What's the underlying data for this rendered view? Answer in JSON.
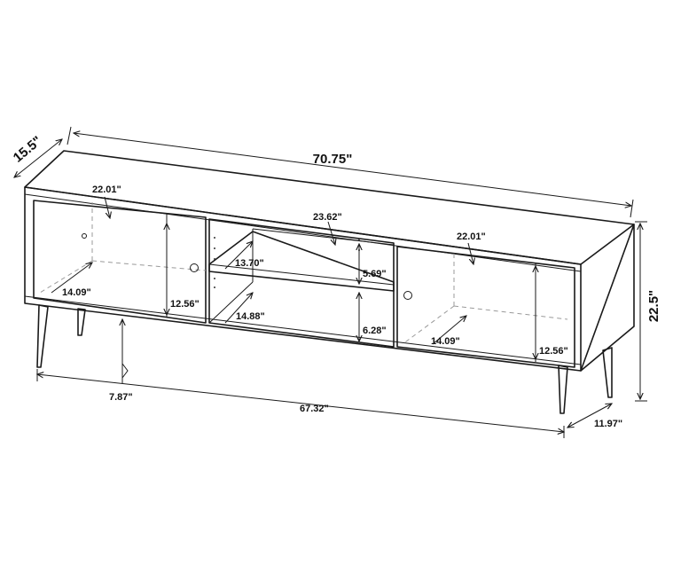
{
  "dimensions": {
    "overall_width": "70.75\"",
    "depth": "15.5\"",
    "overall_height": "22.5\"",
    "door_left_width": "22.01\"",
    "door_left_depth": "14.09\"",
    "door_left_height": "12.56\"",
    "center_width": "23.62\"",
    "center_upper_depth": "13.70\"",
    "center_lower_depth": "14.88\"",
    "center_upper_height": "5.69\"",
    "center_lower_height": "6.28\"",
    "door_right_width": "22.01\"",
    "door_right_depth": "14.09\"",
    "door_right_height": "12.56\"",
    "leg_height": "7.87\"",
    "leg_span": "67.32\"",
    "leg_depth": "11.97\""
  }
}
